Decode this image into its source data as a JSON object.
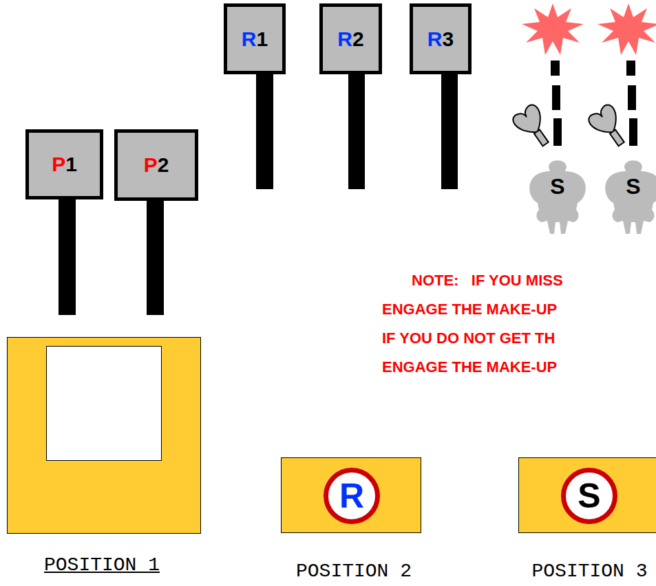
{
  "diagram": {
    "nodes": [
      {
        "text": [
          "R1"
        ]
      },
      {
        "text": [
          "R2"
        ]
      },
      {
        "text": [
          "R3"
        ]
      },
      {
        "text": [
          "S"
        ]
      },
      {
        "text": [
          "S"
        ]
      },
      {
        "text": [
          "P1"
        ]
      },
      {
        "text": [
          "P2"
        ]
      },
      {
        "text": [
          "POSITION 1"
        ]
      },
      {
        "text": [
          "POSITION 2"
        ]
      },
      {
        "text": [
          "R"
        ],
        "in": 8
      },
      {
        "text": [
          "POSITION 3"
        ]
      },
      {
        "text": [
          "S"
        ],
        "in": 10
      }
    ],
    "labels": [
      "NOTE:   IF YOU MISS",
      "ENGAGE THE MAKE-UP",
      "IF YOU DO NOT GET TH",
      "ENGAGE THE MAKE-UP"
    ]
  }
}
